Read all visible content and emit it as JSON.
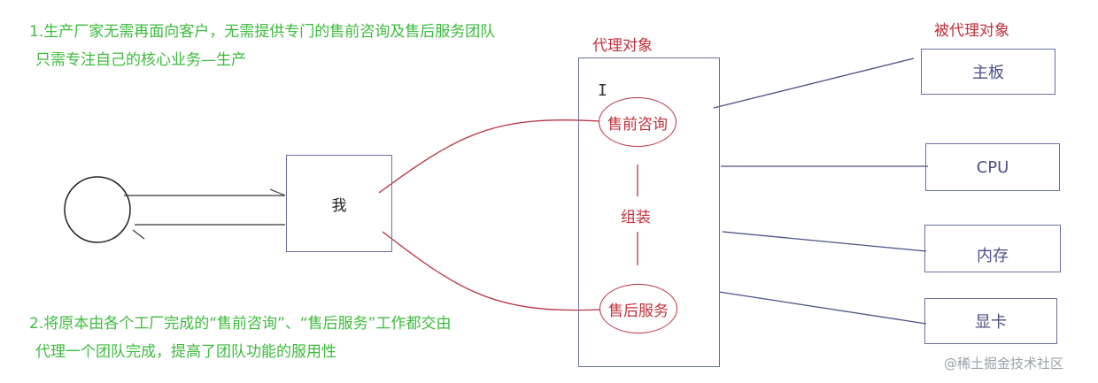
{
  "notes": {
    "note1_line1": "1.生产厂家无需再面向客户，无需提供专门的售前咨询及售后服务团队",
    "note1_line2": "只需专注自己的核心业务—生产",
    "note2_line1": "2.将原本由各个工厂完成的“售前咨询”、“售后服务”工作都交由",
    "note2_line2": "代理一个团队完成，提高了团队功能的服用性"
  },
  "labels": {
    "proxy_title": "代理对象",
    "proxied_title": "被代理对象",
    "me": "我",
    "presale": "售前咨询",
    "assemble": "组装",
    "aftersale": "售后服务"
  },
  "targets": [
    "主板",
    "CPU",
    "内存",
    "显卡"
  ],
  "watermark": "@稀土掘金技术社区",
  "colors": {
    "green": "#3dbb3d",
    "red": "#c0303a",
    "line": "#4a4f86"
  }
}
